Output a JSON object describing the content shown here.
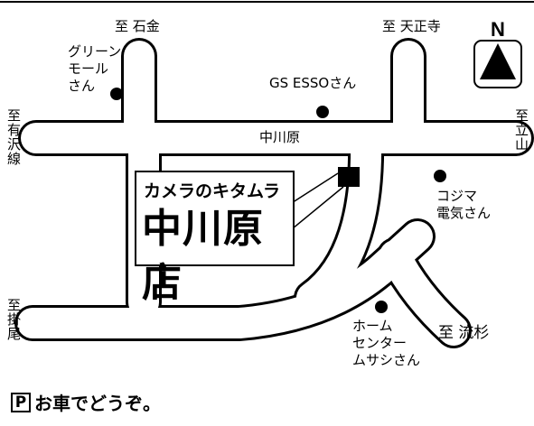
{
  "top_left_road": "至 石金",
  "top_right_road": "至 天正寺",
  "left_upper_road": "至有沢線",
  "left_lower_road": "至掛尾",
  "right_road": "至立山",
  "bottom_right_road": "至 流杉",
  "intersection": "中川原",
  "compass": "N",
  "landmarks": {
    "green_mall": [
      "グリーン",
      "モール",
      "さん"
    ],
    "esso": "GS ESSOさん",
    "kojima": [
      "コジマ",
      "電気さん"
    ],
    "home_center": [
      "ホーム",
      "センター",
      "ムサシさん"
    ]
  },
  "shop": {
    "subtitle": "カメラのキタムラ",
    "name": "中川原店"
  },
  "parking": {
    "icon": "P",
    "text": "お車でどうぞ。"
  }
}
